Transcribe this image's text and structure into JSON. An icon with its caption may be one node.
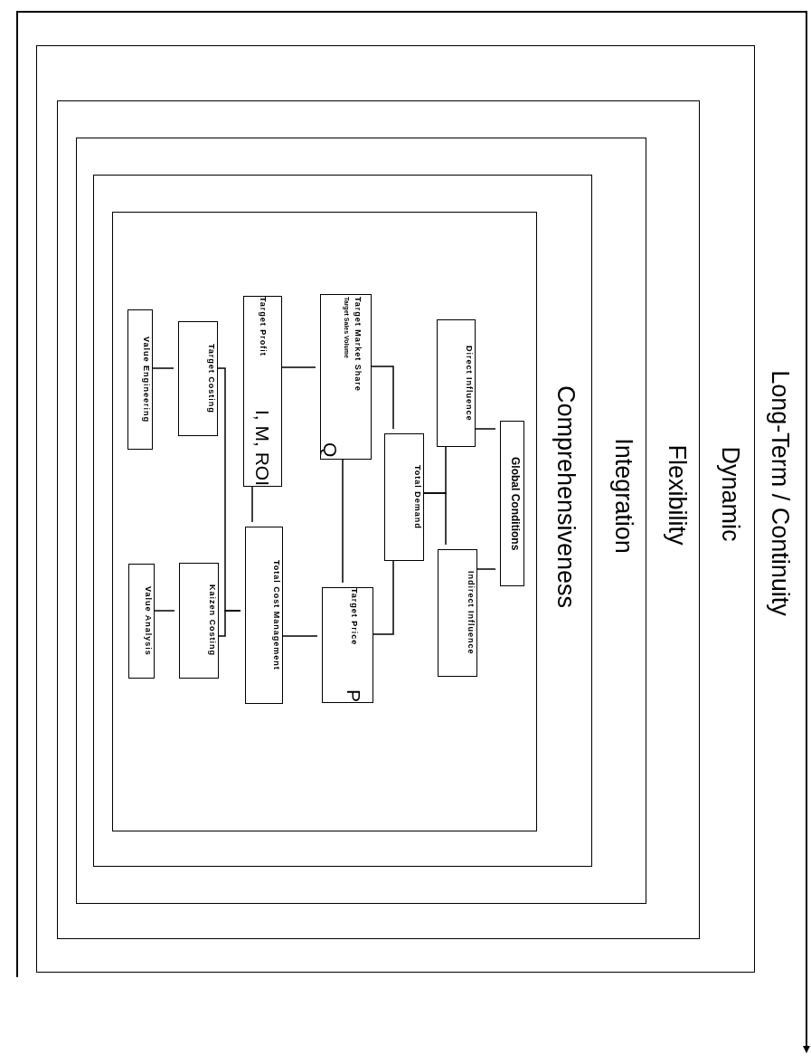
{
  "diagram": {
    "nodes": [
      {
        "text": [
          "Long-Term / Continuity"
        ]
      },
      {
        "text": [
          "Dynamic"
        ],
        "in": 0
      },
      {
        "text": [
          "Flexibility"
        ],
        "in": 1
      },
      {
        "text": [
          "Integration"
        ],
        "in": 2
      },
      {
        "text": [
          "Comprehensiveness"
        ],
        "in": 3
      },
      {
        "text": [],
        "shape": "box",
        "in": 4
      },
      {
        "text": [
          "Value Engineering"
        ],
        "in": 5
      },
      {
        "text": [
          "Target Costing"
        ],
        "in": 5
      },
      {
        "text": [
          "Target Profit",
          "I, M, ROI"
        ],
        "in": 5
      },
      {
        "text": [
          "Target Market Share",
          "Target Sales Volume",
          "Q"
        ],
        "in": 5
      },
      {
        "text": [
          "Total Demand"
        ],
        "in": 5
      },
      {
        "text": [
          "Direct Influence"
        ],
        "in": 5
      },
      {
        "text": [
          "Global Conditions"
        ],
        "in": 5
      },
      {
        "text": [
          "Indirect Influence"
        ],
        "in": 5
      },
      {
        "text": [
          "Value Analysis"
        ],
        "in": 5
      },
      {
        "text": [
          "Kaizen Costing"
        ],
        "in": 5
      },
      {
        "text": [
          "Total Cost Management"
        ],
        "in": 5
      },
      {
        "text": [
          "Target Price",
          "P"
        ],
        "in": 5
      }
    ],
    "edges": [
      {
        "from": 6,
        "to": 7,
        "arrow": "none"
      },
      {
        "from": 14,
        "to": 15,
        "arrow": "none"
      },
      {
        "from": 7,
        "to": 16,
        "arrow": "none"
      },
      {
        "from": 15,
        "to": 16,
        "arrow": "none"
      },
      {
        "from": 8,
        "to": 9,
        "arrow": "none"
      },
      {
        "from": 8,
        "to": 16,
        "arrow": "none"
      },
      {
        "from": 16,
        "to": 17,
        "arrow": "none"
      },
      {
        "from": 9,
        "to": 17,
        "arrow": "none"
      },
      {
        "from": 9,
        "to": 10,
        "arrow": "none"
      },
      {
        "from": 10,
        "to": 17,
        "arrow": "none"
      },
      {
        "from": 10,
        "to": 11,
        "arrow": "none"
      },
      {
        "from": 10,
        "to": 13,
        "arrow": "none"
      },
      {
        "from": 11,
        "to": 12,
        "arrow": "none"
      },
      {
        "from": 13,
        "to": 12,
        "arrow": "none"
      }
    ]
  }
}
